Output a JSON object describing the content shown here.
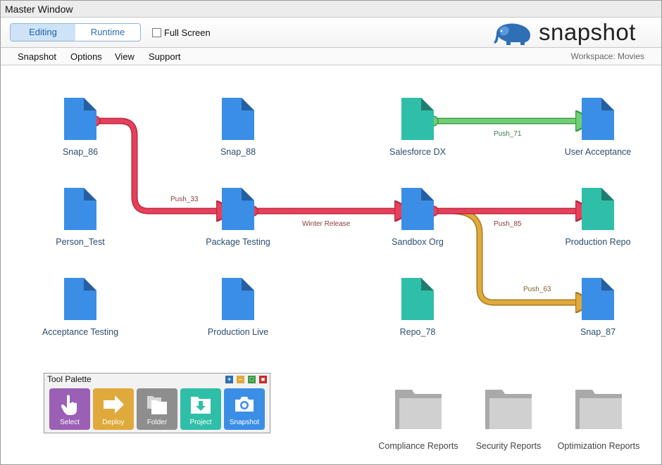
{
  "window": {
    "title": "Master Window"
  },
  "toolbar": {
    "modes": [
      {
        "label": "Editing",
        "active": true
      },
      {
        "label": "Runtime",
        "active": false
      }
    ],
    "fullscreen_label": "Full Screen",
    "fullscreen_checked": false,
    "logo_text": "snapshot"
  },
  "menu": {
    "items": [
      "Snapshot",
      "Options",
      "View",
      "Support"
    ],
    "workspace": "Workspace: Movies"
  },
  "colors": {
    "doc_blue": "#3a8ee6",
    "doc_teal": "#2fbfa8",
    "edge_red": "#e8405a",
    "edge_green": "#6fcf74",
    "edge_orange": "#e0a93b",
    "folder_gray": "#c9c9c9"
  },
  "nodes": [
    {
      "id": "snap86",
      "label": "Snap_86",
      "color": "blue"
    },
    {
      "id": "snap88",
      "label": "Snap_88",
      "color": "blue"
    },
    {
      "id": "sfdx",
      "label": "Salesforce DX",
      "color": "teal"
    },
    {
      "id": "useracc",
      "label": "User Acceptance",
      "color": "blue"
    },
    {
      "id": "persontest",
      "label": "Person_Test",
      "color": "blue"
    },
    {
      "id": "pkgtest",
      "label": "Package Testing",
      "color": "blue"
    },
    {
      "id": "sandbox",
      "label": "Sandbox Org",
      "color": "blue"
    },
    {
      "id": "prodrepo",
      "label": "Production Repo",
      "color": "teal"
    },
    {
      "id": "acctest",
      "label": "Acceptance Testing",
      "color": "blue"
    },
    {
      "id": "prodlive",
      "label": "Production Live",
      "color": "blue"
    },
    {
      "id": "repo78",
      "label": "Repo_78",
      "color": "teal"
    },
    {
      "id": "snap87",
      "label": "Snap_87",
      "color": "blue"
    }
  ],
  "edges": [
    {
      "label": "Push_33",
      "from": "snap86",
      "to": "pkgtest",
      "color": "red"
    },
    {
      "label": "Winter Release",
      "from": "pkgtest",
      "to": "sandbox",
      "color": "red"
    },
    {
      "label": "Push_85",
      "from": "sandbox",
      "to": "prodrepo",
      "color": "red"
    },
    {
      "label": "Push_71",
      "from": "sfdx",
      "to": "useracc",
      "color": "green"
    },
    {
      "label": "Push_63",
      "from": "sandbox",
      "to": "snap87",
      "color": "orange"
    }
  ],
  "palette": {
    "title": "Tool Palette",
    "controls": [
      "+",
      "–",
      "□",
      "■"
    ],
    "tools": [
      {
        "label": "Select",
        "icon": "hand-pointer-icon",
        "color": "#9b5fb5"
      },
      {
        "label": "Deploy",
        "icon": "arrow-right-icon",
        "color": "#e0a93b"
      },
      {
        "label": "Folder",
        "icon": "folder-copy-icon",
        "color": "#8e8e8e"
      },
      {
        "label": "Project",
        "icon": "folder-download-icon",
        "color": "#2fbfa8"
      },
      {
        "label": "Snapshot",
        "icon": "camera-icon",
        "color": "#3a8ee6"
      }
    ]
  },
  "folders": [
    {
      "label": "Compliance Reports"
    },
    {
      "label": "Security Reports"
    },
    {
      "label": "Optimization Reports"
    }
  ]
}
